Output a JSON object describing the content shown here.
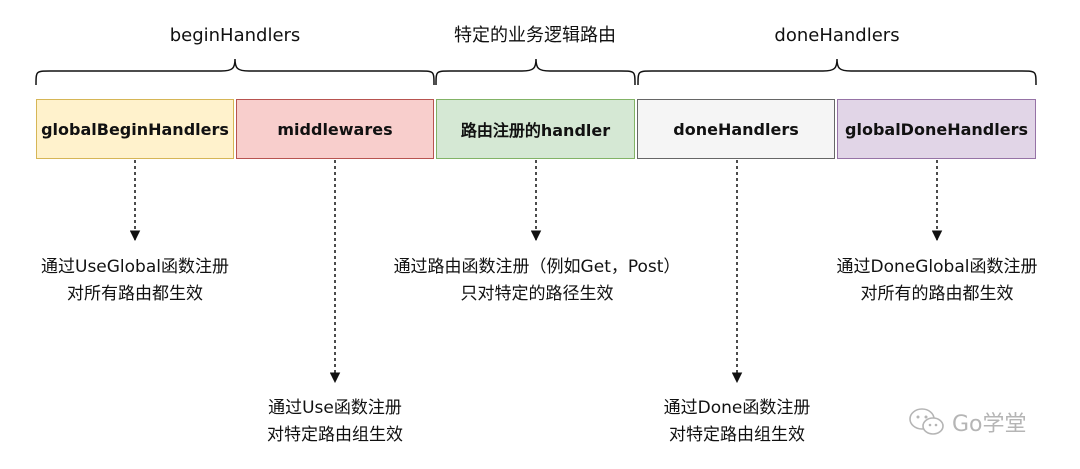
{
  "groups": [
    {
      "label": "beginHandlers"
    },
    {
      "label": "特定的业务逻辑路由"
    },
    {
      "label": "doneHandlers"
    }
  ],
  "boxes": [
    {
      "label": "globalBeginHandlers",
      "fill": "#fff2cc",
      "stroke": "#d6b656"
    },
    {
      "label": "middlewares",
      "fill": "#f8cecc",
      "stroke": "#b85450"
    },
    {
      "label": "路由注册的handler",
      "fill": "#d5e8d4",
      "stroke": "#82b366"
    },
    {
      "label": "doneHandlers",
      "fill": "#f5f5f5",
      "stroke": "#666666"
    },
    {
      "label": "globalDoneHandlers",
      "fill": "#e1d5e7",
      "stroke": "#9673a6"
    }
  ],
  "notes": [
    {
      "line1": "通过UseGlobal函数注册",
      "line2": "对所有路由都生效"
    },
    {
      "line1": "通过Use函数注册",
      "line2": "对特定路由组生效"
    },
    {
      "line1": "通过路由函数注册（例如Get，Post）",
      "line2": "只对特定的路径生效"
    },
    {
      "line1": "通过Done函数注册",
      "line2": "对特定路由组生效"
    },
    {
      "line1": "通过DoneGlobal函数注册",
      "line2": "对所有的路由都生效"
    }
  ],
  "watermark": {
    "text": "Go学堂",
    "icon": "wechat-icon"
  }
}
